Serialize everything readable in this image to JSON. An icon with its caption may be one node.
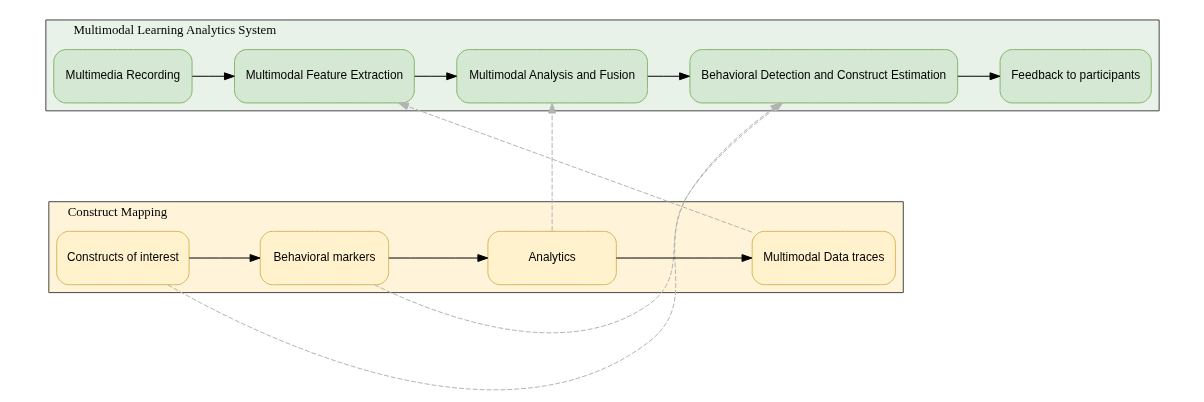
{
  "diagram": {
    "nodes": [
      {
        "text": [
          "Multimodal Learning Analytics System"
        ]
      },
      {
        "text": [
          "Multimedia Recording"
        ],
        "in": 0
      },
      {
        "text": [
          "Multimodal Feature Extraction"
        ],
        "in": 0
      },
      {
        "text": [
          "Multimodal Analysis and Fusion"
        ],
        "in": 0
      },
      {
        "text": [
          "Behavioral Detection and Construct Estimation"
        ],
        "in": 0
      },
      {
        "text": [
          "Feedback to participants"
        ],
        "in": 0
      },
      {
        "text": [
          "Construct Mapping"
        ]
      },
      {
        "text": [
          "Constructs of interest"
        ],
        "in": 6
      },
      {
        "text": [
          "Behavioral markers"
        ],
        "in": 6
      },
      {
        "text": [
          "Analytics"
        ],
        "in": 6
      },
      {
        "text": [
          "Multimodal Data traces"
        ],
        "in": 6
      }
    ],
    "edges": [
      {
        "from": 1,
        "to": 2,
        "arrow": "to"
      },
      {
        "from": 2,
        "to": 3,
        "arrow": "to"
      },
      {
        "from": 3,
        "to": 4,
        "arrow": "to"
      },
      {
        "from": 4,
        "to": 5,
        "arrow": "to"
      },
      {
        "from": 7,
        "to": 8,
        "arrow": "to"
      },
      {
        "from": 8,
        "to": 9,
        "arrow": "to"
      },
      {
        "from": 9,
        "to": 10,
        "arrow": "to"
      },
      {
        "from": 7,
        "to": 4,
        "arrow": "to",
        "style": "dashed",
        "color": "#b3b3b3"
      },
      {
        "from": 8,
        "to": 4,
        "arrow": "to",
        "style": "dashed",
        "color": "#b3b3b3"
      },
      {
        "from": 9,
        "to": 3,
        "arrow": "to",
        "style": "dashed",
        "color": "#b3b3b3"
      },
      {
        "from": 10,
        "to": 2,
        "arrow": "to",
        "style": "dashed",
        "color": "#b3b3b3"
      }
    ]
  }
}
